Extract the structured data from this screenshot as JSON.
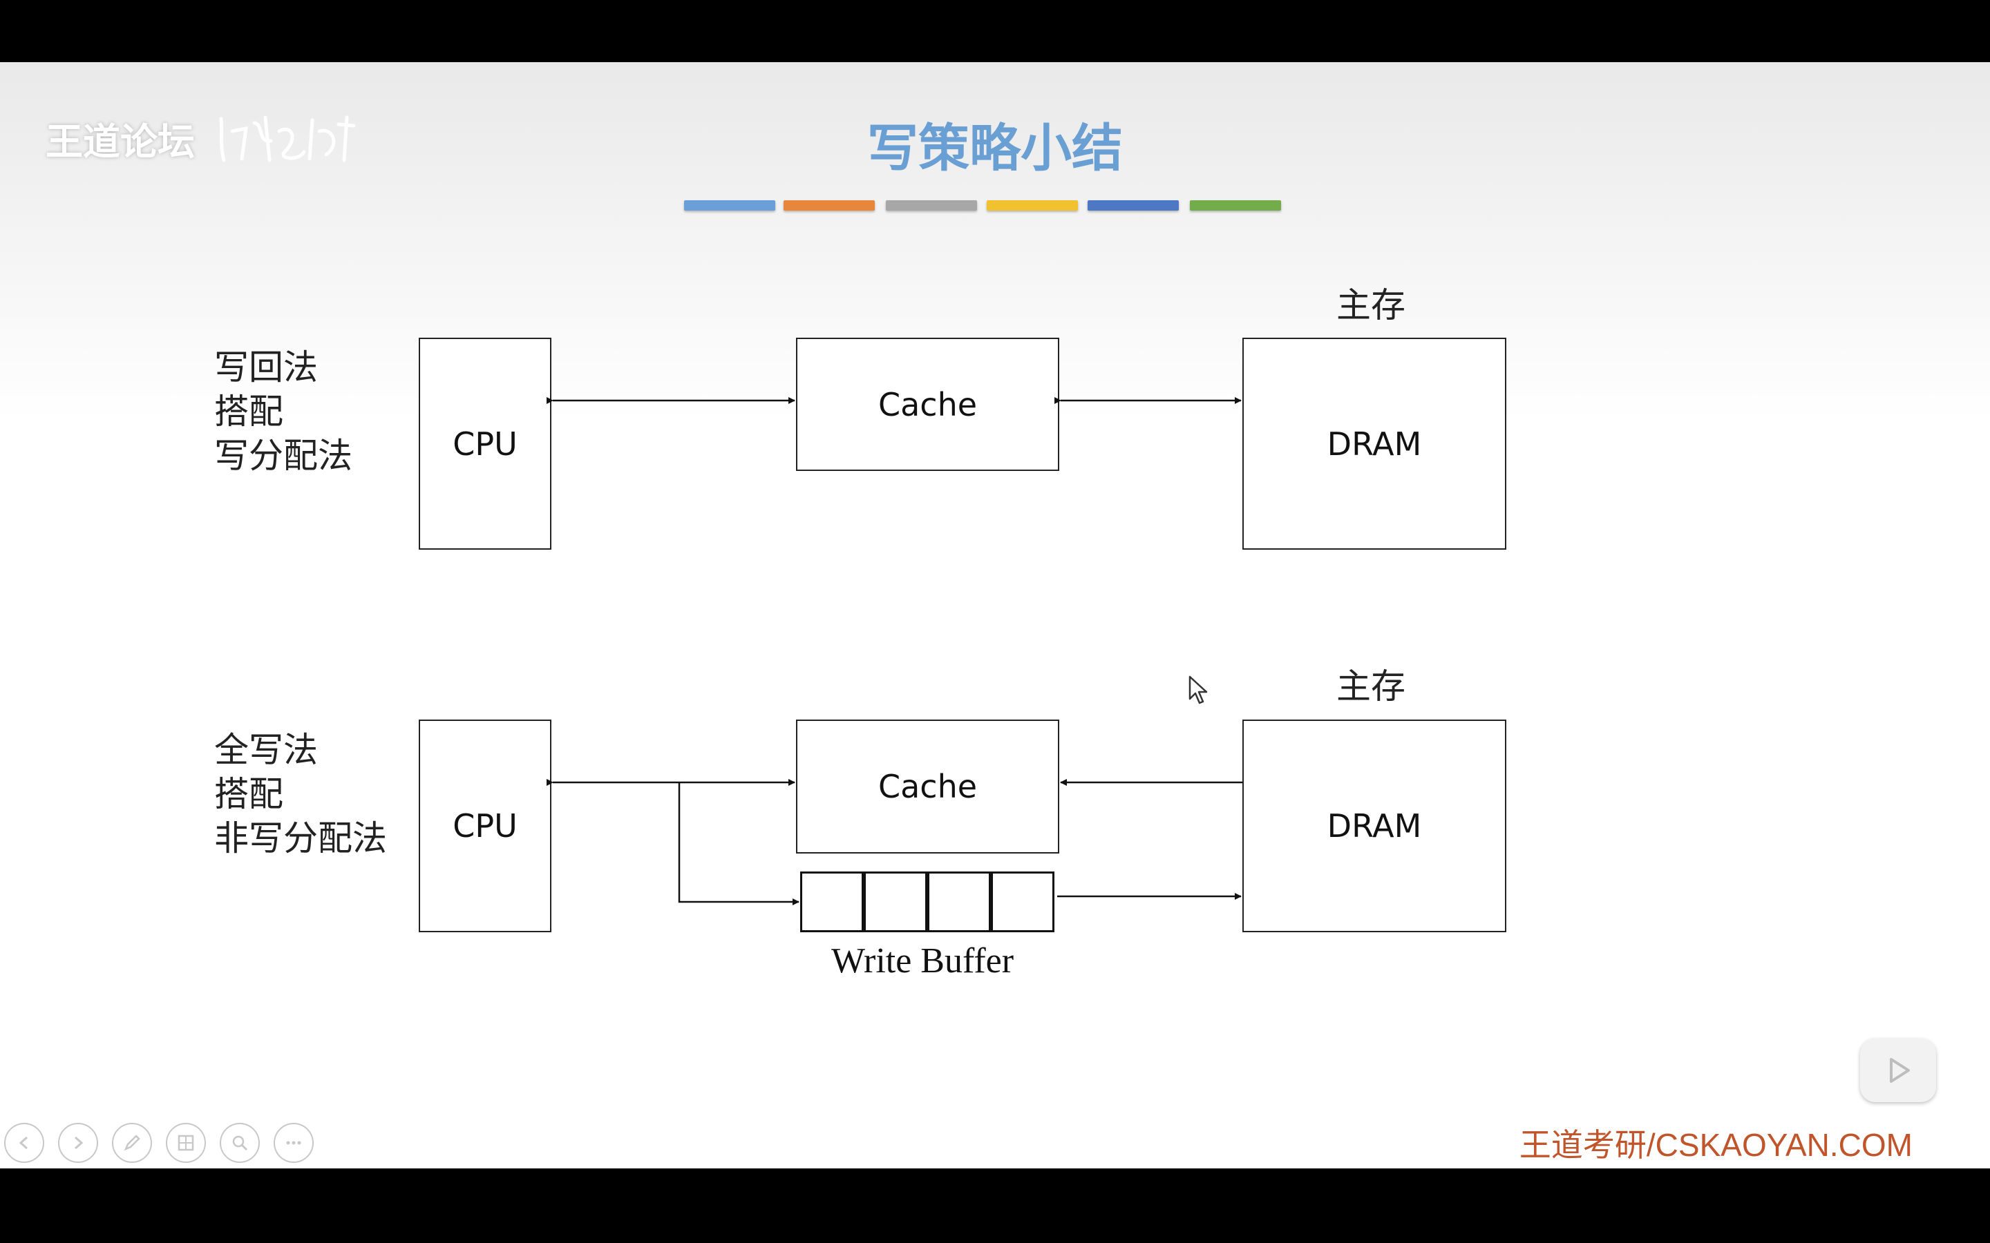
{
  "slide": {
    "logo_text": "王道论坛",
    "title": "写策略小结",
    "color_bars": [
      "#6a9fd8",
      "#e8873b",
      "#a7a7a7",
      "#f2c12e",
      "#4d78c4",
      "#73ad4a"
    ],
    "watermark": "王道考研/CSKAOYAN.COM"
  },
  "diagram1": {
    "label_lines": [
      "写回法",
      "搭配",
      "写分配法"
    ],
    "cpu": "CPU",
    "cache": "Cache",
    "dram": "DRAM",
    "memory_label": "主存"
  },
  "diagram2": {
    "label_lines": [
      "全写法",
      "搭配",
      "非写分配法"
    ],
    "cpu": "CPU",
    "cache": "Cache",
    "dram": "DRAM",
    "memory_label": "主存",
    "buffer_label": "Write Buffer"
  },
  "toolbar": {
    "icons": [
      "prev-icon",
      "next-icon",
      "pen-icon",
      "slides-icon",
      "zoom-icon",
      "more-icon"
    ]
  },
  "player": {
    "play_icon": "play-icon"
  }
}
